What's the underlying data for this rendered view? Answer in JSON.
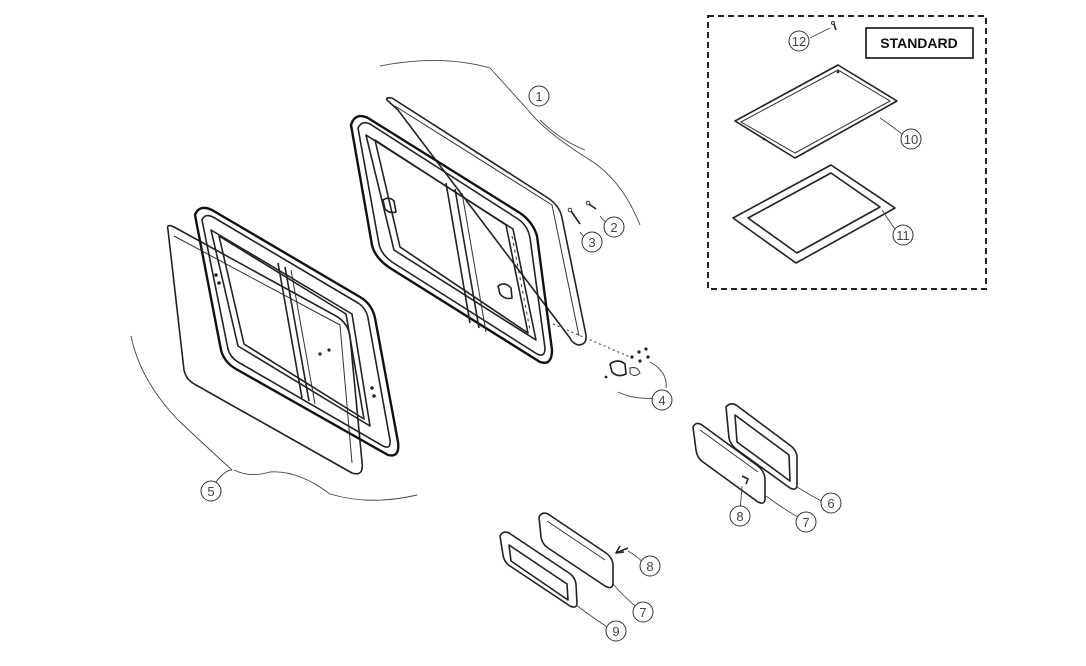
{
  "standard_label": "STANDARD",
  "callouts": {
    "c1": "1",
    "c2": "2",
    "c3": "3",
    "c4": "4",
    "c5": "5",
    "c6": "6",
    "c7a": "7",
    "c7b": "7",
    "c8a": "8",
    "c8b": "8",
    "c9": "9",
    "c10": "10",
    "c11": "11",
    "c12": "12"
  }
}
